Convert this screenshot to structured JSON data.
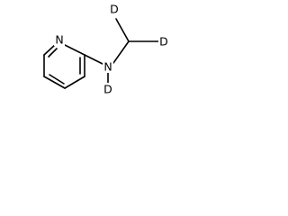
{
  "molecule": {
    "atoms": {
      "ring_n": "N",
      "amine_n": "N",
      "amine_d": "D",
      "methyl_d_top": "D",
      "methyl_d_right": "D"
    }
  }
}
